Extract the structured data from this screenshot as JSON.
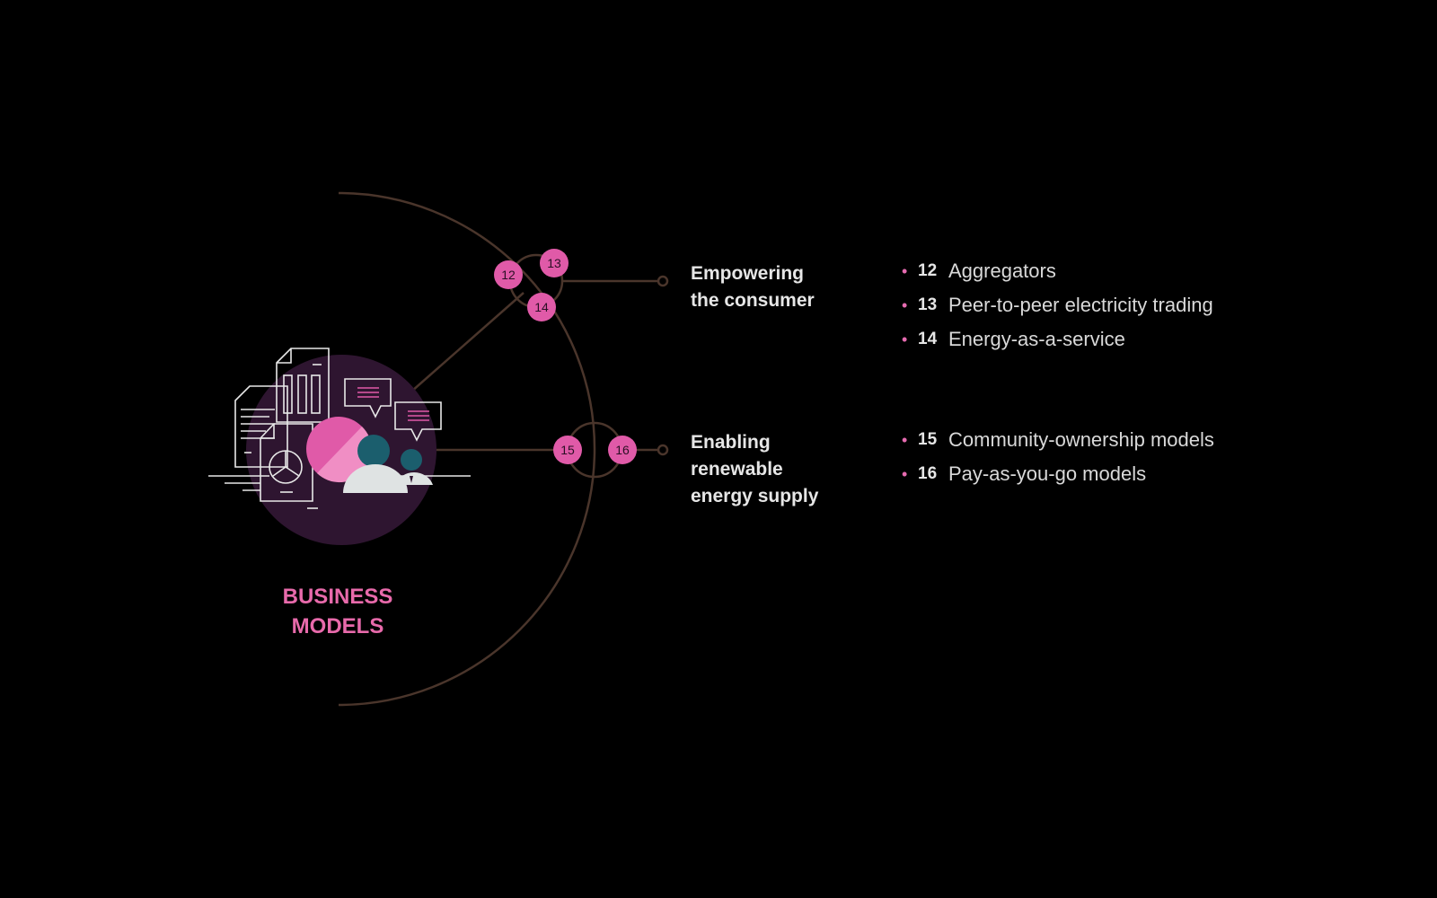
{
  "category": {
    "lines": [
      "BUSINESS",
      "MODELS"
    ],
    "accent_color": "#e86aab"
  },
  "illustration": {
    "icon": "business-models-illustration-icon",
    "circle_color": "#2e1530"
  },
  "badges": [
    "12",
    "13",
    "14",
    "15",
    "16"
  ],
  "groups": [
    {
      "title_lines": [
        "Empowering",
        "the consumer"
      ],
      "items": [
        {
          "num": "12",
          "label": "Aggregators"
        },
        {
          "num": "13",
          "label": "Peer-to-peer electricity trading"
        },
        {
          "num": "14",
          "label": "Energy-as-a-service"
        }
      ]
    },
    {
      "title_lines": [
        "Enabling",
        "renewable",
        "energy supply"
      ],
      "items": [
        {
          "num": "15",
          "label": "Community-ownership models"
        },
        {
          "num": "16",
          "label": "Pay-as-you-go models"
        }
      ]
    }
  ],
  "colors": {
    "connector": "#4a352b",
    "badge_fill": "#e05aa8",
    "bullet": "#e66bb0",
    "text": "#d9d9d9"
  }
}
